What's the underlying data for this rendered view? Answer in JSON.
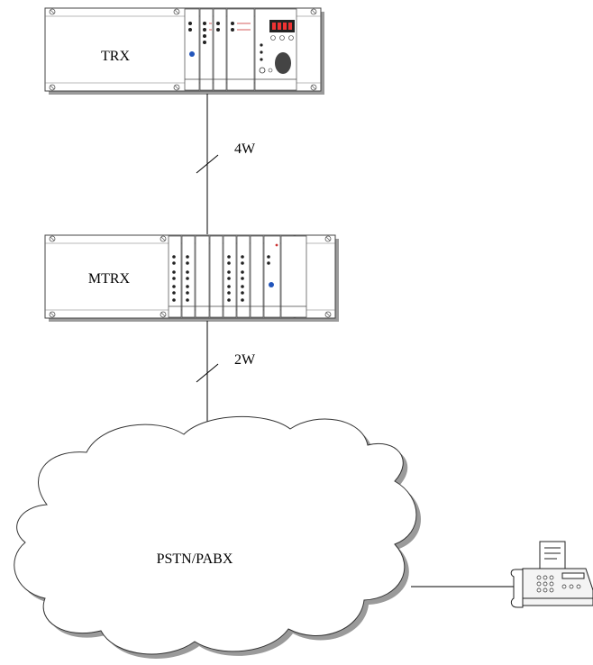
{
  "nodes": {
    "trx": {
      "label": "TRX"
    },
    "mtrx": {
      "label": "MTRX"
    },
    "cloud": {
      "label": "PSTN/PABX"
    }
  },
  "links": {
    "trx_mtrx": {
      "label": "4W"
    },
    "mtrx_cloud": {
      "label": "2W"
    }
  }
}
